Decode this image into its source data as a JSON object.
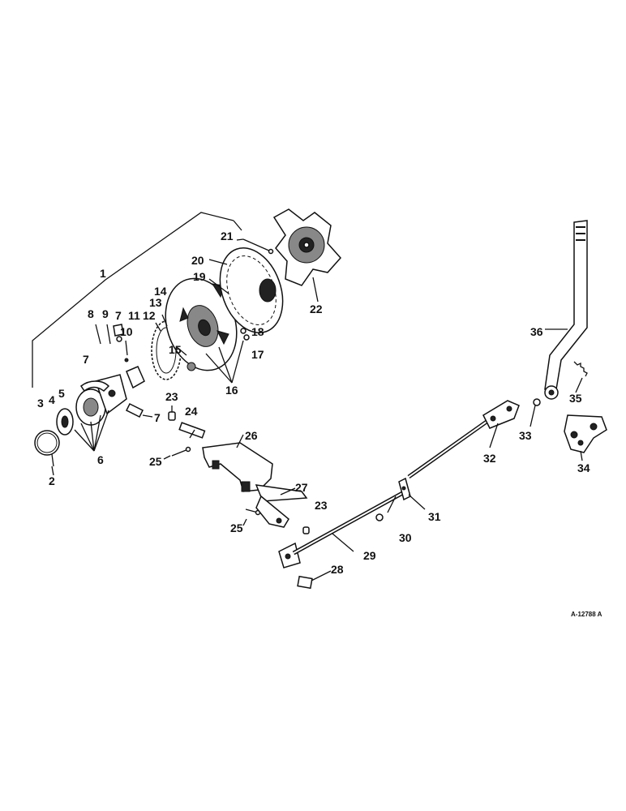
{
  "callouts": [
    {
      "id": "n1",
      "text": "1"
    },
    {
      "id": "n2",
      "text": "2"
    },
    {
      "id": "n3",
      "text": "3"
    },
    {
      "id": "n4",
      "text": "4"
    },
    {
      "id": "n5",
      "text": "5"
    },
    {
      "id": "n6",
      "text": "6"
    },
    {
      "id": "n7a",
      "text": "7"
    },
    {
      "id": "n7b",
      "text": "7"
    },
    {
      "id": "n7c",
      "text": "7"
    },
    {
      "id": "n8",
      "text": "8"
    },
    {
      "id": "n9",
      "text": "9"
    },
    {
      "id": "n10",
      "text": "10"
    },
    {
      "id": "n11",
      "text": "11"
    },
    {
      "id": "n12",
      "text": "12"
    },
    {
      "id": "n13",
      "text": "13"
    },
    {
      "id": "n14",
      "text": "14"
    },
    {
      "id": "n15",
      "text": "15"
    },
    {
      "id": "n16",
      "text": "16"
    },
    {
      "id": "n17",
      "text": "17"
    },
    {
      "id": "n18",
      "text": "18"
    },
    {
      "id": "n19",
      "text": "19"
    },
    {
      "id": "n20",
      "text": "20"
    },
    {
      "id": "n21",
      "text": "21"
    },
    {
      "id": "n22",
      "text": "22"
    },
    {
      "id": "n23a",
      "text": "23"
    },
    {
      "id": "n23b",
      "text": "23"
    },
    {
      "id": "n24",
      "text": "24"
    },
    {
      "id": "n25a",
      "text": "25"
    },
    {
      "id": "n25b",
      "text": "25"
    },
    {
      "id": "n26",
      "text": "26"
    },
    {
      "id": "n27",
      "text": "27"
    },
    {
      "id": "n28",
      "text": "28"
    },
    {
      "id": "n29",
      "text": "29"
    },
    {
      "id": "n30",
      "text": "30"
    },
    {
      "id": "n31",
      "text": "31"
    },
    {
      "id": "n32",
      "text": "32"
    },
    {
      "id": "n33",
      "text": "33"
    },
    {
      "id": "n34",
      "text": "34"
    },
    {
      "id": "n35",
      "text": "35"
    },
    {
      "id": "n36",
      "text": "36"
    }
  ],
  "reference_code": "A-12788 A"
}
